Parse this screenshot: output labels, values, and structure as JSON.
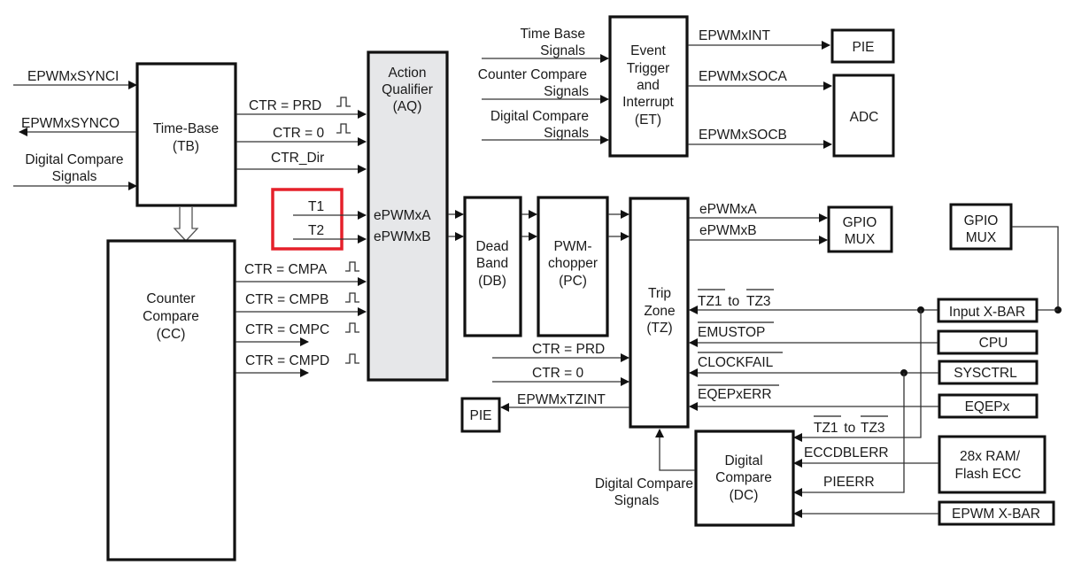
{
  "blocks": {
    "tb": [
      "Time-Base",
      "(TB)"
    ],
    "cc": [
      "Counter",
      "Compare",
      "(CC)"
    ],
    "aq": [
      "Action",
      "Qualifier",
      "(AQ)"
    ],
    "aq_outputs": [
      "ePWMxA",
      "ePWMxB"
    ],
    "db": [
      "Dead",
      "Band",
      "(DB)"
    ],
    "pc": [
      "PWM-",
      "chopper",
      "(PC)"
    ],
    "tz": [
      "Trip",
      "Zone",
      "(TZ)"
    ],
    "et": [
      "Event",
      "Trigger",
      "and",
      "Interrupt",
      "(ET)"
    ],
    "dc": [
      "Digital",
      "Compare",
      "(DC)"
    ],
    "pie_top": "PIE",
    "adc": "ADC",
    "gpio_mux_out": [
      "GPIO",
      "MUX"
    ],
    "gpio_mux_in": [
      "GPIO",
      "MUX"
    ],
    "pie_bottom": "PIE",
    "input_xbar": "Input X-BAR",
    "cpu": "CPU",
    "sysctrl": "SYSCTRL",
    "eqepx": "EQEPx",
    "ram_ecc": [
      "28x RAM/",
      "Flash ECC"
    ],
    "epwm_xbar": "EPWM X-BAR"
  },
  "signals": {
    "tb_in": {
      "synci": "EPWMxSYNCI",
      "synco": "EPWMxSYNCO",
      "dc": [
        "Digital Compare",
        "Signals"
      ]
    },
    "tb_out": [
      "CTR = PRD",
      "CTR = 0",
      "CTR_Dir"
    ],
    "highlight": [
      "T1",
      "T2"
    ],
    "cc_out": [
      "CTR = CMPA",
      "CTR = CMPB",
      "CTR = CMPC",
      "CTR = CMPD"
    ],
    "et_in": [
      [
        "Time Base",
        "Signals"
      ],
      [
        "Counter Compare",
        "Signals"
      ],
      [
        "Digital Compare",
        "Signals"
      ]
    ],
    "et_out": [
      "EPWMxINT",
      "EPWMxSOCA",
      "EPWMxSOCB"
    ],
    "tz_out": [
      "ePWMxA",
      "ePWMxB"
    ],
    "tz_in_left": [
      "CTR = PRD",
      "CTR = 0"
    ],
    "tz_int": "EPWMxTZINT",
    "tz_in_right": {
      "tz1": "TZ1",
      "to": " to ",
      "tz3": "TZ3",
      "emustop": "EMUSTOP",
      "clockfail": "CLOCKFAIL",
      "eqepxerr": "EQEPxERR"
    },
    "dc_in": {
      "tz1": "TZ1",
      "to": " to ",
      "tz3": "TZ3",
      "eccdblerr": "ECCDBLERR",
      "pieerr": "PIEERR"
    },
    "dc_out": [
      "Digital Compare",
      "Signals"
    ]
  },
  "colors": {
    "highlight": "#e5202a",
    "aq_fill": "#e6e7e9"
  }
}
